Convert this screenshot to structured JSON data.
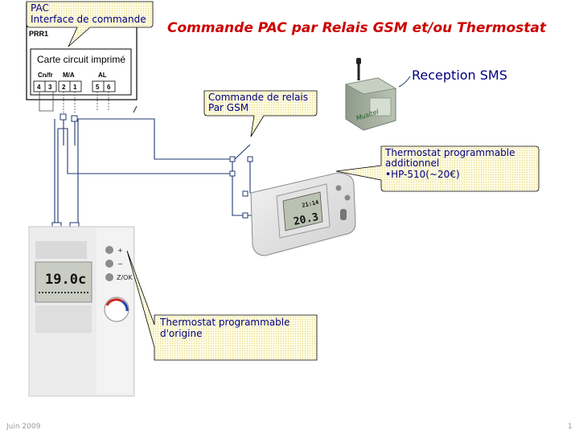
{
  "title": "Commande PAC par Relais GSM  et/ou Thermostat",
  "pac_callout": {
    "line1": "PAC",
    "line2": "Interface de commande"
  },
  "box_label": "PRR1",
  "pcb": {
    "label": "Carte circuit imprimé",
    "group_labels": {
      "cn": "Cn/fr",
      "ma": "M/A",
      "al": "AL"
    },
    "pins": [
      "4",
      "3",
      "2",
      "1",
      "5",
      "6"
    ]
  },
  "gsm_callout": {
    "line1": "Commande de relais",
    "line2": "Par GSM"
  },
  "sms_label": "Reception SMS",
  "modem_brand": "Musitel",
  "thermo_add_callout": {
    "line1": "Thermostat programmable",
    "line2": "additionnel",
    "line3": "•HP-510(~20€)"
  },
  "hp510_display": {
    "temp": "20.3",
    "time": "21:14"
  },
  "orig_display": {
    "temp": "19.0c"
  },
  "orig_buttons": {
    "plus": "+",
    "minus": "−",
    "ok": "Z/OK"
  },
  "thermo_orig_callout": {
    "line1": "Thermostat programmable",
    "line2": "d'origine"
  },
  "footer": {
    "date": "Juin 2009",
    "page": "1"
  },
  "colors": {
    "title": "#cc0000",
    "callout_text": "#000080",
    "callout_fill": "#fffbd6",
    "wire": "#1f3a70"
  }
}
